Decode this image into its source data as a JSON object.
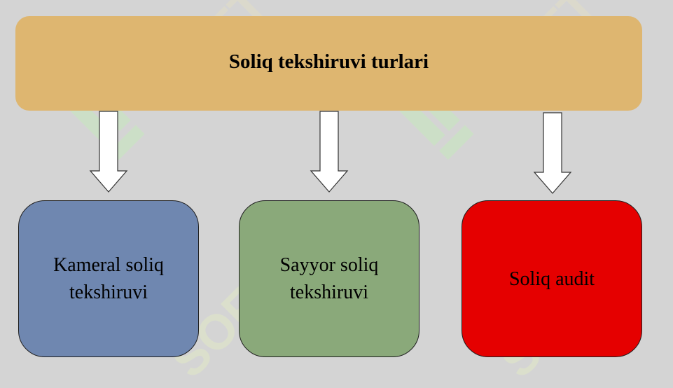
{
  "diagram": {
    "title": "Soliq tekshiruvi turlari",
    "items": [
      {
        "label": "Kameral soliq tekshiruvi",
        "color": "#6f87b0"
      },
      {
        "label": "Sayyor soliq tekshiruvi",
        "color": "#8aa97a"
      },
      {
        "label": "Soliq audit",
        "color": "#e50000"
      }
    ],
    "header_color": "#deb670",
    "background_color": "#d4d4d4"
  },
  "watermark": {
    "text": "SOFT",
    "color": "#c9f0b0"
  }
}
